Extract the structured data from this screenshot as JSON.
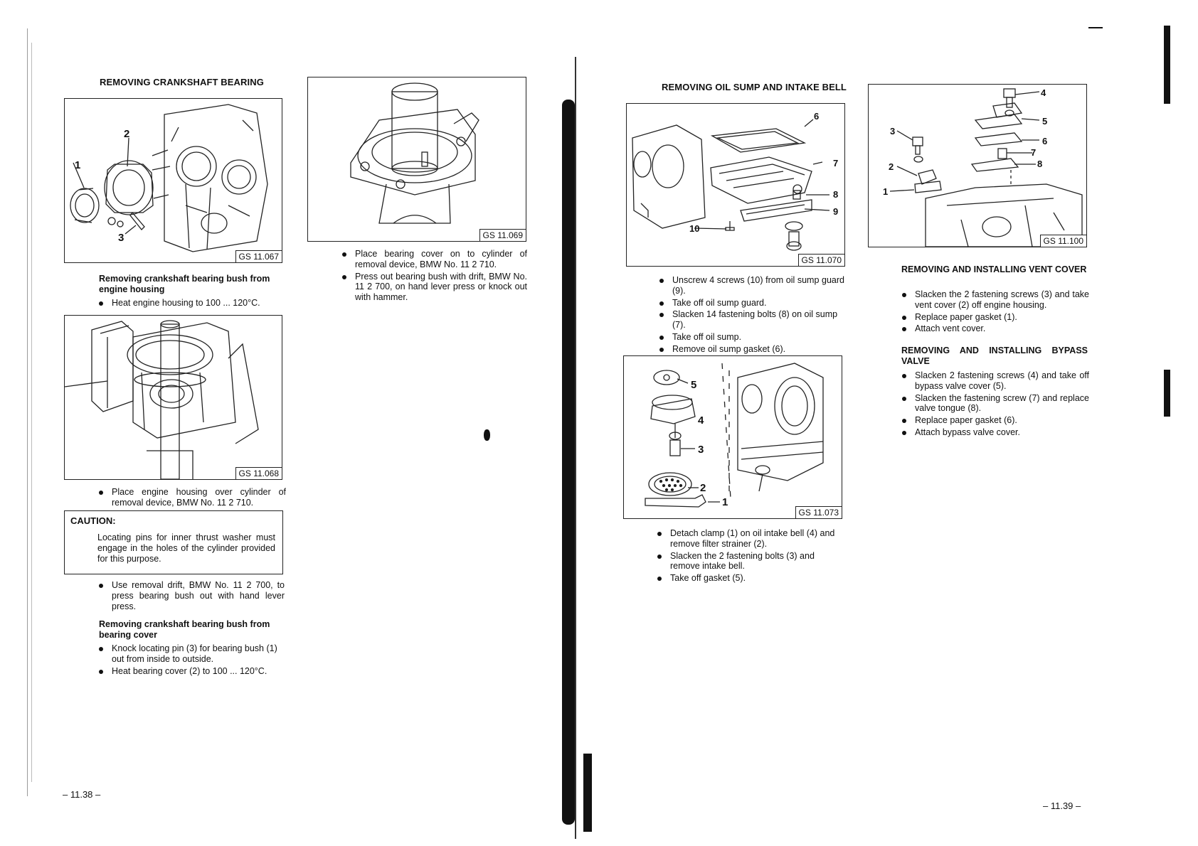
{
  "left_page": {
    "heading": "REMOVING CRANKSHAFT BEARING",
    "fig1": {
      "label": "GS 11.067",
      "callouts": [
        "1",
        "2",
        "3"
      ]
    },
    "sub1": "Removing crankshaft bearing bush from engine housing",
    "steps1": [
      "Heat engine housing to 100 ... 120°C."
    ],
    "fig2": {
      "label": "GS 11.068"
    },
    "steps2": [
      "Place engine housing over cylinder of removal device, BMW No. 11 2 710."
    ],
    "caution": {
      "title": "CAUTION:",
      "text": "Locating pins for inner thrust washer must engage in the holes of the cylinder provided for this purpose."
    },
    "steps3": [
      "Use removal drift, BMW No. 11 2 700, to press bearing bush out with hand lever press."
    ],
    "sub2": "Removing crankshaft bearing bush from bearing cover",
    "steps4": [
      "Knock locating pin (3) for bearing bush (1) out from inside to outside.",
      "Heat bearing cover (2) to 100 ... 120°C."
    ],
    "fig3": {
      "label": "GS 11.069"
    },
    "steps5": [
      "Place bearing cover on to cylinder of removal device, BMW No. 11 2 710.",
      "Press out bearing bush with drift, BMW No. 11 2 700, on hand lever press or knock out with hammer."
    ],
    "page_number": "– 11.38 –"
  },
  "right_page": {
    "heading": "REMOVING OIL SUMP AND INTAKE BELL",
    "fig4": {
      "label": "GS 11.070",
      "callouts": [
        "6",
        "7",
        "8",
        "9",
        "10"
      ]
    },
    "steps1": [
      "Unscrew 4 screws (10) from oil sump guard (9).",
      "Take off oil sump guard.",
      "Slacken 14 fastening bolts (8) on oil sump (7).",
      "Take off oil sump.",
      "Remove oil sump gasket (6)."
    ],
    "fig5": {
      "label": "GS 11.073",
      "callouts": [
        "5",
        "4",
        "3",
        "2",
        "1"
      ]
    },
    "steps2": [
      "Detach clamp (1) on oil intake bell (4) and remove filter strainer (2).",
      "Slacken the 2 fastening bolts (3) and remove intake bell.",
      "Take off gasket (5)."
    ],
    "fig6": {
      "label": "GS 11.100",
      "callouts": [
        "4",
        "5",
        "6",
        "7",
        "8",
        "3",
        "2",
        "1"
      ]
    },
    "heading2": "REMOVING AND INSTALLING VENT COVER",
    "steps3": [
      "Slacken the 2 fastening screws (3) and take vent cover (2) off engine housing.",
      "Replace paper gasket (1).",
      "Attach vent cover."
    ],
    "heading3": "REMOVING AND INSTALLING BYPASS VALVE",
    "steps4": [
      "Slacken 2 fastening screws (4) and take off bypass valve cover (5).",
      "Slacken the fastening screw (7) and replace valve tongue (8).",
      "Replace paper gasket (6).",
      "Attach bypass valve cover."
    ],
    "page_number": "– 11.39 –"
  }
}
